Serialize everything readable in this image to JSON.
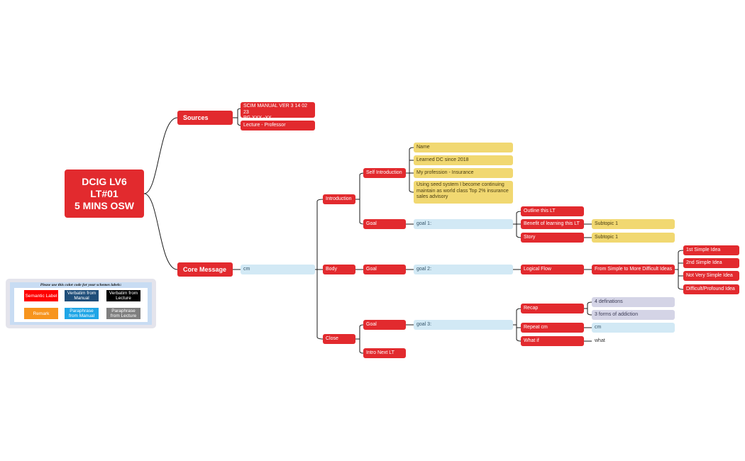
{
  "mindmap": {
    "root": "DCIG LV6\nLT#01\n5 MINS OSW",
    "sources": {
      "label": "Sources",
      "items": [
        "SCIM MANUAL VER 3 14 02 23\nPG XXX -XX",
        "Lecture - Professor"
      ]
    },
    "core_message": {
      "label": "Core Message",
      "value": "cm"
    },
    "introduction": {
      "label": "Introduction",
      "self_intro": {
        "label": "Self Introduction",
        "items": [
          "Name",
          "Learned DC since 2018",
          "My profession - Insurance",
          "Using seed system I become continuing maintain as world class Top 2% insurance sales advisory"
        ]
      },
      "goal": {
        "label": "Goal",
        "value": "goal 1:",
        "children": [
          "Outline this LT",
          "Benefit of learning this LT",
          "Story"
        ],
        "subtopics": [
          "Subtopic 1",
          "Subtopic 1"
        ]
      }
    },
    "body": {
      "label": "Body",
      "goal": {
        "label": "Goal",
        "value": "goal 2:"
      },
      "logical_flow": "Logical Flow",
      "flow": "From Simple to More Difficult Ideas",
      "ideas": [
        "1st Simple Idea",
        "2nd Simple Idea",
        "Not Very Simple Idea",
        "Difficult/Profound Idea"
      ]
    },
    "close": {
      "label": "Close",
      "goal": {
        "label": "Goal",
        "value": "goal 3:"
      },
      "recap": {
        "label": "Recap",
        "items": [
          "4 definations",
          "3 forms of addiction"
        ]
      },
      "repeat_cm": {
        "label": "Repeat cm",
        "value": "cm"
      },
      "what_if": {
        "label": "What if",
        "value": "what"
      },
      "intro_next": "Intro Next LT"
    }
  },
  "legend": {
    "title": "Please use this color code for your schemes labels:",
    "chips": [
      {
        "label": "Semantic Label",
        "color": "#ff0000"
      },
      {
        "label": "Verbatim from\nManual",
        "color": "#1f4e79"
      },
      {
        "label": "Verbatim from\nLecture",
        "color": "#000000"
      },
      {
        "label": "Remark",
        "color": "#f7941d"
      },
      {
        "label": "Paraphrase\nfrom Manual",
        "color": "#1fa5e6"
      },
      {
        "label": "Paraphrase\nfrom Lecture",
        "color": "#7f7f7f"
      }
    ]
  }
}
